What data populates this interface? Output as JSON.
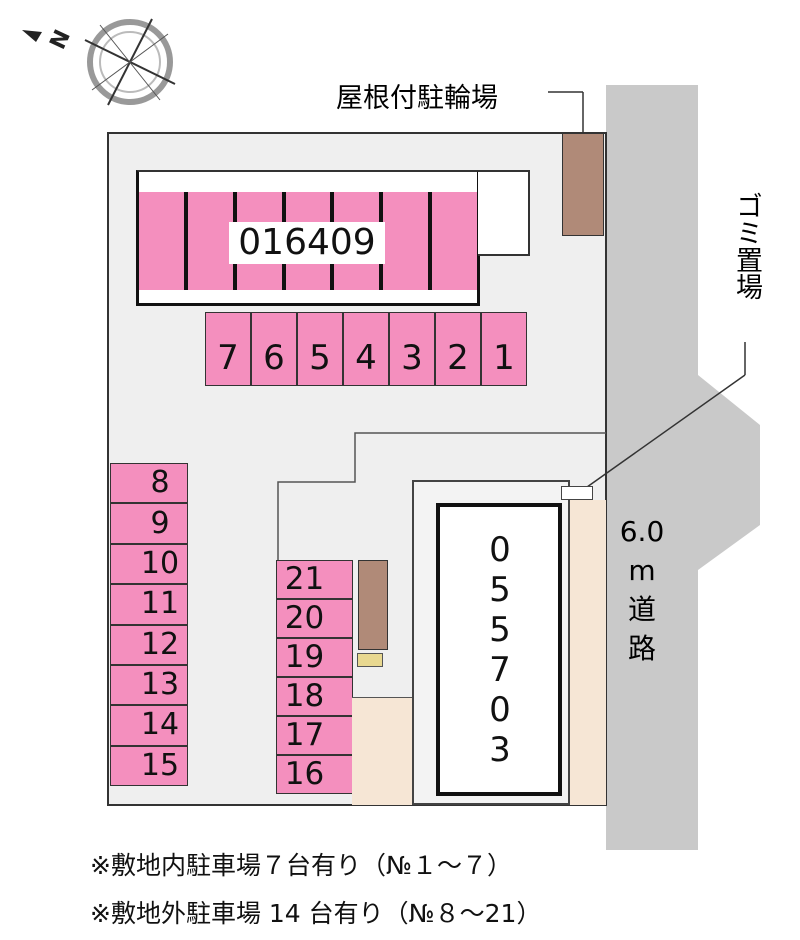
{
  "labels": {
    "bike_parking": "屋根付駐輪場",
    "garbage": "ゴミ置場",
    "road_width": "6.0",
    "road_unit": "m",
    "road_1": "道",
    "road_2": "路",
    "building_a_id": "016409",
    "building_b_digits": [
      "0",
      "5",
      "5",
      "7",
      "0",
      "3"
    ],
    "compass": "N"
  },
  "parking_top": [
    "7",
    "6",
    "5",
    "4",
    "3",
    "2",
    "1"
  ],
  "parking_left": [
    "8",
    "9",
    "10",
    "11",
    "12",
    "13",
    "14",
    "15"
  ],
  "parking_mid": [
    "21",
    "20",
    "19",
    "18",
    "17",
    "16"
  ],
  "notes": [
    "※敷地内駐車場７台有り（№１～７）",
    "※敷地外駐車場 14 台有り（№８～21）"
  ],
  "colors": {
    "parking": "#f48fbe",
    "bike": "#b08a78",
    "road": "#c9c9c9",
    "site": "#efefef",
    "garden": "#f6e6d5"
  }
}
